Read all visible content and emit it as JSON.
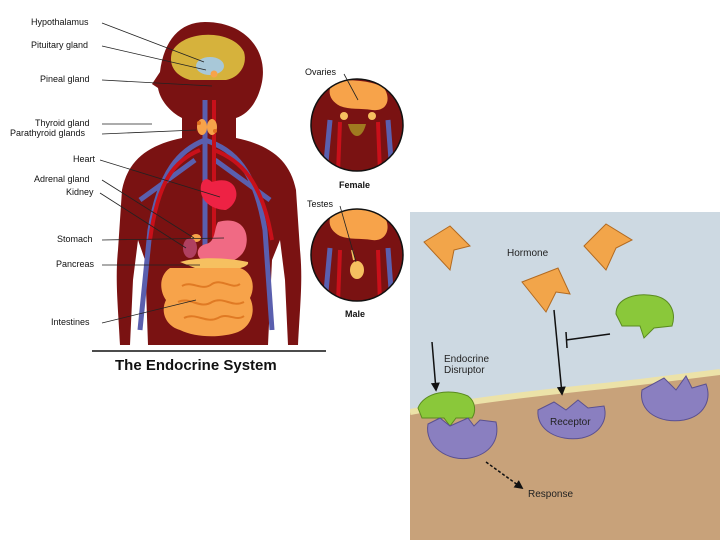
{
  "left_diagram": {
    "title": "The Endocrine System",
    "labels": {
      "hypothalamus": "Hypothalamus",
      "pituitary": "Pituitary gland",
      "pineal": "Pineal gland",
      "thyroid": "Thyroid gland",
      "parathyroid": "Parathyroid glands",
      "heart": "Heart",
      "adrenal": "Adrenal gland",
      "kidney": "Kidney",
      "stomach": "Stomach",
      "pancreas": "Pancreas",
      "intestines": "Intestines"
    },
    "female": {
      "label": "Ovaries",
      "caption": "Female"
    },
    "male": {
      "label": "Testes",
      "caption": "Male"
    }
  },
  "right_panel": {
    "hormone": "Hormone",
    "disruptor": "Endocrine\nDisruptor",
    "receptor": "Receptor",
    "response": "Response"
  },
  "colors": {
    "body": "#7a1212",
    "brain": "#d6b23c",
    "organ_orange": "#f7a34a",
    "heart": "#ee2244",
    "stomach": "#f06a84",
    "vessel_blue": "#5a5fae",
    "vessel_red": "#c8101a",
    "panel_sky": "#cdd9e2",
    "panel_ground": "#c8a27a",
    "hormone": "#f2a54a",
    "disruptor": "#8ac83a",
    "receptor": "#8a7fc0"
  }
}
